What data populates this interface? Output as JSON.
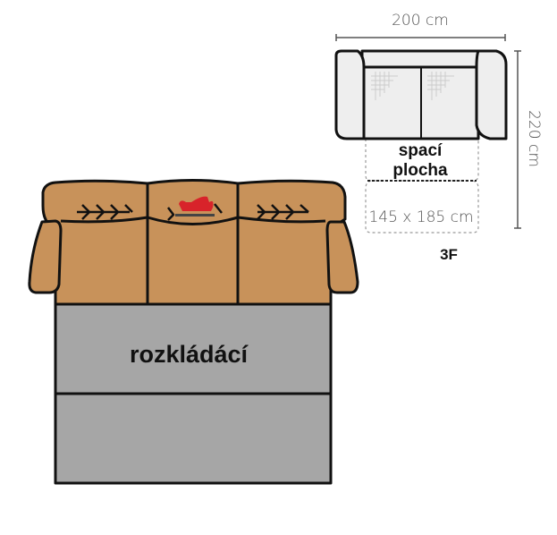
{
  "front_view": {
    "bed_label": "rozkládácí",
    "colors": {
      "upholstery": "#c8925a",
      "bed": "#a6a6a6",
      "outline": "#111111",
      "logo": "#d8232a"
    },
    "logo_icon": "red-sofa-logo-icon"
  },
  "top_view": {
    "width_label": "200 cm",
    "depth_label": "220 cm",
    "sleeping_area_label_line1": "spací",
    "sleeping_area_label_line2": "plocha",
    "sleeping_area_size": "145 x 185 cm",
    "model_code": "3F",
    "colors": {
      "fill": "#eeeeee",
      "outline": "#111111",
      "dashed": "#999999"
    }
  }
}
